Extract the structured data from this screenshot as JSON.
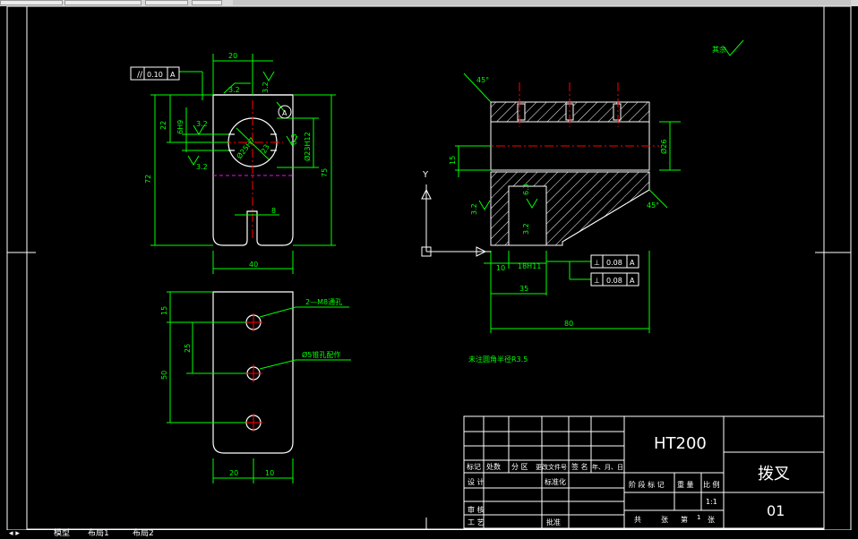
{
  "drawing": {
    "material": "HT200",
    "part_name": "拨叉",
    "drawing_no": "01",
    "scale": "1:1",
    "sheet_total_label": "共",
    "sheet_label": "张",
    "sheet_no_label": "第",
    "sheet_no": "1",
    "sheet_unit": "张",
    "note": "未注圆角半径R3.5",
    "remaining_roughness": "其余"
  },
  "title_block": {
    "header": [
      "标记",
      "处数",
      "分 区",
      "更改文件号",
      "签 名",
      "年、月、日"
    ],
    "rows": [
      "设 计",
      "审 核",
      "工 艺"
    ],
    "standardization": "标准化",
    "approve": "批准",
    "stage_label": "阶 段 标 记",
    "weight_label": "重 量",
    "scale_label": "比 例"
  },
  "front_view": {
    "fcf_symbol": "//",
    "fcf_value": "0.10",
    "fcf_datum": "A",
    "datum_label": "A",
    "dims": [
      "20",
      "22",
      "72",
      "6H9",
      "Ø25H7",
      "23",
      "Ø23H12",
      "75",
      "8",
      "40",
      "6.3",
      "3.2",
      "3.2",
      "3.2",
      "3.2"
    ]
  },
  "bottom_view": {
    "dims": [
      "15",
      "25",
      "50",
      "20",
      "10"
    ],
    "callout_tap": "2—M8通孔",
    "callout_hole": "Ø5锥孔配作"
  },
  "side_view": {
    "dims": [
      "45°",
      "15",
      "Ø26",
      "45°",
      "6.3",
      "3.2",
      "3.2",
      "10",
      "18H11",
      "35",
      "80"
    ],
    "fcf1_symbol": "⊥",
    "fcf1_value": "0.08",
    "fcf1_datum": "A",
    "fcf2_symbol": "⊥",
    "fcf2_value": "0.08",
    "fcf2_datum": "A",
    "ucs_y": "Y"
  },
  "tabs": {
    "model": "模型",
    "layout1": "布局1",
    "layout2": "布局2"
  },
  "colors": {
    "outline": "#ffffff",
    "dimension": "#00ff00",
    "center": "#ff0000",
    "hidden": "#ff00ff"
  }
}
